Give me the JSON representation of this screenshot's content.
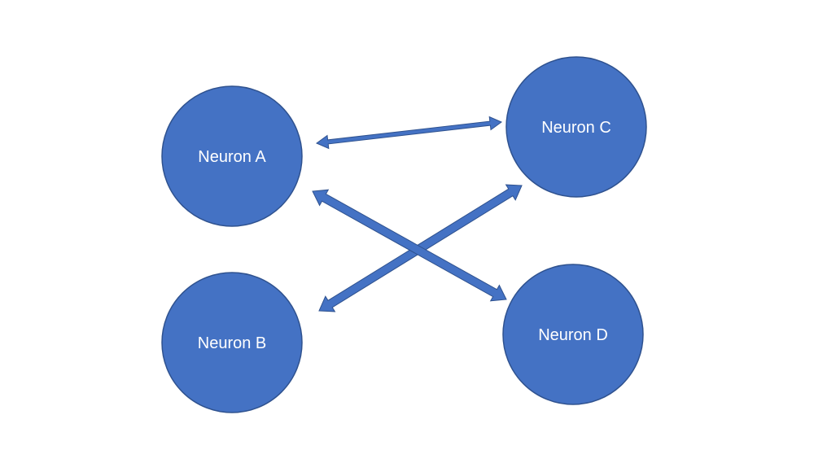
{
  "colors": {
    "node_fill": "#4472C4",
    "node_stroke": "#2F528F",
    "arrow_fill": "#4472C4",
    "arrow_stroke": "#2F528F",
    "label": "#FFFFFF"
  },
  "nodes": {
    "a": {
      "label": "Neuron A"
    },
    "b": {
      "label": "Neuron B"
    },
    "c": {
      "label": "Neuron C"
    },
    "d": {
      "label": "Neuron D"
    }
  },
  "edges": [
    {
      "from": "a",
      "to": "c",
      "direction": "both"
    },
    {
      "from": "a",
      "to": "d",
      "direction": "both"
    },
    {
      "from": "b",
      "to": "c",
      "direction": "both"
    }
  ]
}
